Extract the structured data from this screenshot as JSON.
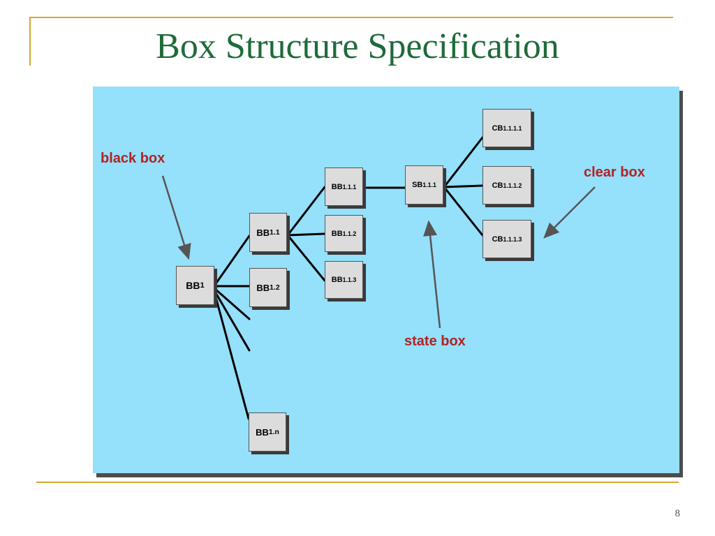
{
  "slide": {
    "title": "Box Structure Specification",
    "page_number": "8"
  },
  "colors": {
    "panel": "#95e0fb",
    "frame": "#d4a72c",
    "title": "#1e6b3a",
    "callout": "#b22222",
    "box_fill": "#dcdcdc"
  },
  "nodes": {
    "bb1": {
      "base": "BB",
      "sub": "1"
    },
    "bb11": {
      "base": "BB",
      "sub": "1.1"
    },
    "bb12": {
      "base": "BB",
      "sub": "1.2"
    },
    "bb1n": {
      "base": "BB",
      "sub": "1.n"
    },
    "bb111": {
      "base": "BB",
      "sub": "1.1.1"
    },
    "bb112": {
      "base": "BB",
      "sub": "1.1.2"
    },
    "bb113": {
      "base": "BB",
      "sub": "1.1.3"
    },
    "sb111": {
      "base": "SB",
      "sub": "1.1.1"
    },
    "cb1111": {
      "base": "CB",
      "sub": "1.1.1.1"
    },
    "cb1112": {
      "base": "CB",
      "sub": "1.1.1.2"
    },
    "cb1113": {
      "base": "CB",
      "sub": "1.1.1.3"
    }
  },
  "callouts": {
    "black_box": "black box",
    "clear_box": "clear box",
    "state_box": "state box"
  }
}
